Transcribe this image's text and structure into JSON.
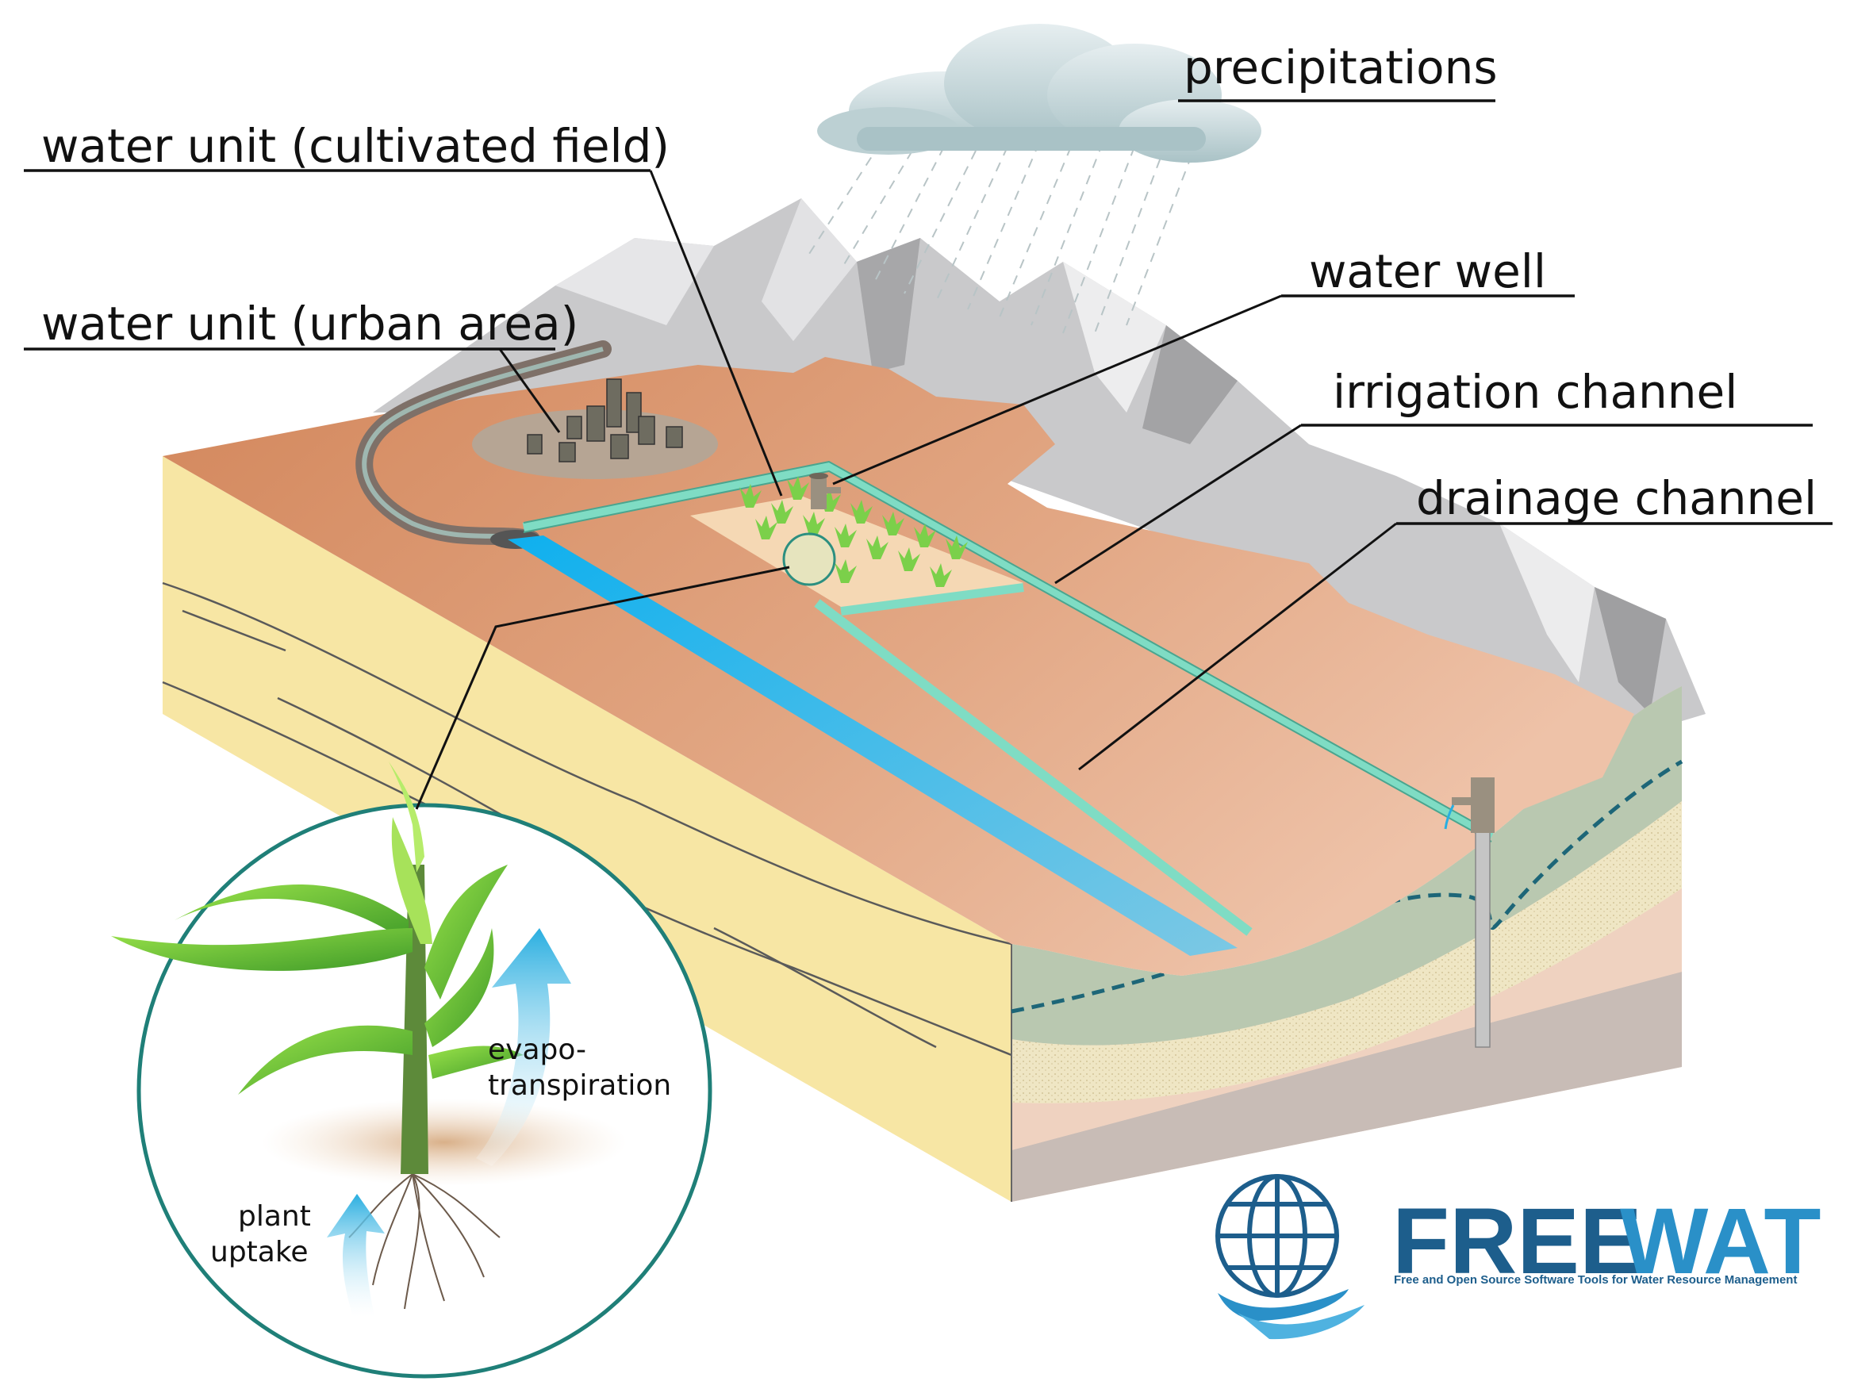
{
  "labels": {
    "precipitations": "precipitations",
    "water_unit_cultivated": "water unit (cultivated field)",
    "water_unit_urban": "water unit (urban area)",
    "water_well": "water well",
    "irrigation_channel": "irrigation channel",
    "drainage_channel": "drainage channel",
    "evapo_line1": "evapo-",
    "evapo_line2": "transpiration",
    "plant_line1": "plant",
    "plant_line2": "uptake"
  },
  "logo": {
    "name_part1": "FREE",
    "name_part2": "WAT",
    "tagline": "Free and Open Source Software Tools for Water Resource Management"
  },
  "colors": {
    "soil_top": "#d9936a",
    "soil_side": "#f7e6a4",
    "mountain": "#c9c9cb",
    "channel_drainage": "#35b8e6",
    "channel_irrigation": "#7fdcc4",
    "aquifer_green": "#b9c8b0",
    "aquifer_sand": "#efe6c4",
    "aquifer_pink": "#efd2c0",
    "aquifer_base": "#c8bcb6",
    "water_table": "#1d6678",
    "logo_dark": "#1d5e8c",
    "logo_light": "#2a90c8"
  },
  "icons": [
    "cloud-icon",
    "rain-icon",
    "building-icon",
    "corn-plant-icon",
    "well-icon",
    "globe-icon",
    "wave-icon",
    "arrow-up-icon"
  ]
}
